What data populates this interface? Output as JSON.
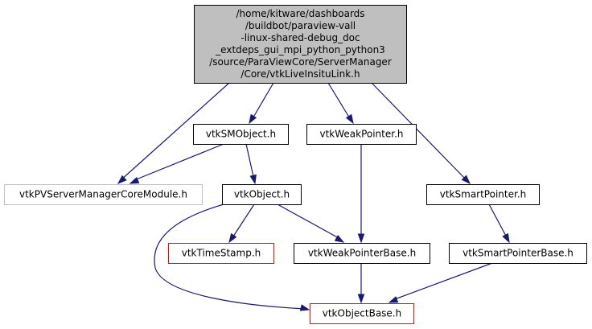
{
  "colors": {
    "edge": "#191970",
    "root_fill": "#bfbfbf",
    "node_fill": "#ffffff",
    "border_normal": "#000000",
    "border_missing": "#bfbfbf",
    "border_truncated": "#ff0000"
  },
  "nodes": [
    {
      "id": "root",
      "kind": "root",
      "lines": [
        "/home/kitware/dashboards",
        "/buildbot/paraview-vall",
        "-linux-shared-debug_doc",
        "_extdeps_gui_mpi_python_python3",
        "/source/ParaViewCore/ServerManager",
        "/Core/vtkLiveInsituLink.h"
      ]
    },
    {
      "id": "smobject",
      "kind": "normal",
      "lines": [
        "vtkSMObject.h"
      ]
    },
    {
      "id": "weakpointer",
      "kind": "normal",
      "lines": [
        "vtkWeakPointer.h"
      ]
    },
    {
      "id": "coremodule",
      "kind": "missing",
      "lines": [
        "vtkPVServerManagerCoreModule.h"
      ]
    },
    {
      "id": "object",
      "kind": "normal",
      "lines": [
        "vtkObject.h"
      ]
    },
    {
      "id": "smartpointer",
      "kind": "normal",
      "lines": [
        "vtkSmartPointer.h"
      ]
    },
    {
      "id": "timestamp",
      "kind": "truncated",
      "lines": [
        "vtkTimeStamp.h"
      ]
    },
    {
      "id": "weakpointerbase",
      "kind": "normal",
      "lines": [
        "vtkWeakPointerBase.h"
      ]
    },
    {
      "id": "smartpointerbase",
      "kind": "normal",
      "lines": [
        "vtkSmartPointerBase.h"
      ]
    },
    {
      "id": "objectbase",
      "kind": "truncated",
      "lines": [
        "vtkObjectBase.h"
      ]
    }
  ],
  "edges": [
    [
      "root",
      "coremodule"
    ],
    [
      "root",
      "smobject"
    ],
    [
      "root",
      "weakpointer"
    ],
    [
      "root",
      "smartpointer"
    ],
    [
      "smobject",
      "coremodule"
    ],
    [
      "smobject",
      "object"
    ],
    [
      "weakpointer",
      "weakpointerbase"
    ],
    [
      "object",
      "timestamp"
    ],
    [
      "object",
      "weakpointerbase"
    ],
    [
      "object",
      "objectbase"
    ],
    [
      "smartpointer",
      "smartpointerbase"
    ],
    [
      "weakpointerbase",
      "objectbase"
    ],
    [
      "smartpointerbase",
      "objectbase"
    ]
  ]
}
